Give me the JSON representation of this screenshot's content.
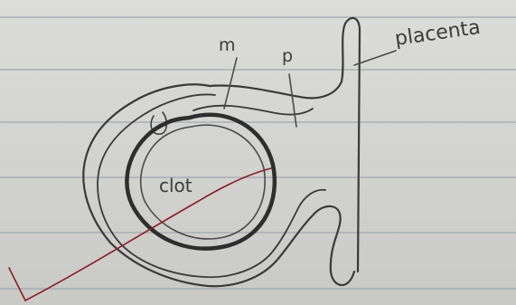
{
  "labels": {
    "placenta": "placenta",
    "m": "m",
    "p": "p",
    "clot": "clot"
  },
  "colors": {
    "paper": "#d6d6d3",
    "pencil": "#3a3a3a",
    "pencil_light": "#5a5a5a",
    "ruled_line": "#9aa3ad",
    "red_line": "#8a1f24"
  }
}
